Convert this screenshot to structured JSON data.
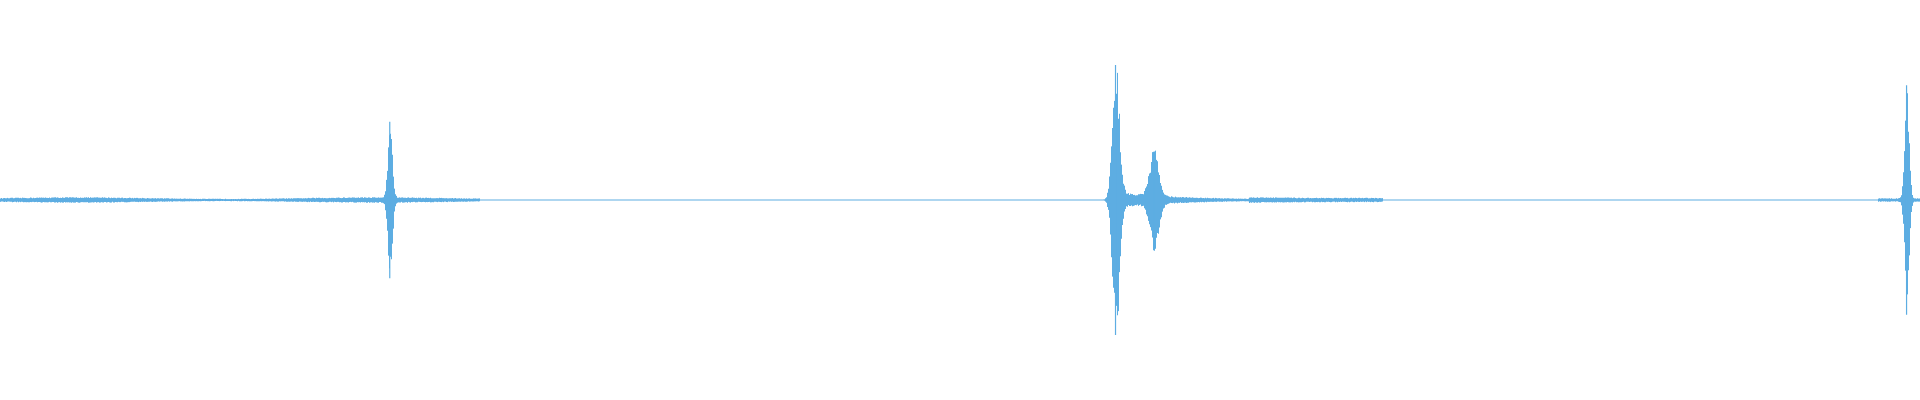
{
  "waveform": {
    "color": "#5dade2",
    "background": "#ffffff",
    "peaks": [
      {
        "time_fraction": 0.203,
        "amplitude": 0.58
      },
      {
        "time_fraction": 0.581,
        "amplitude": 1.0
      },
      {
        "time_fraction": 0.601,
        "amplitude": 0.35
      },
      {
        "time_fraction": 0.993,
        "amplitude": 0.85
      }
    ]
  }
}
